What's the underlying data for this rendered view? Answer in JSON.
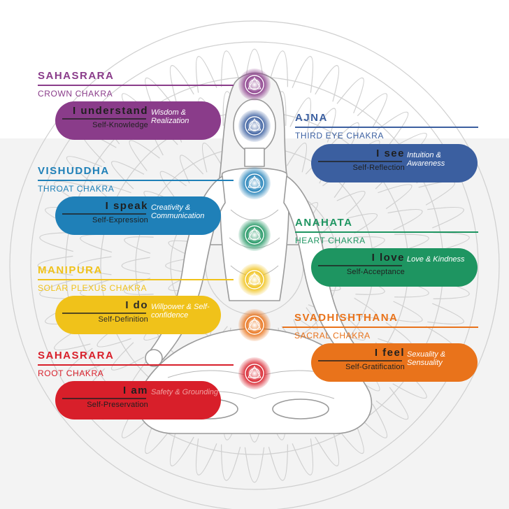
{
  "chakras": [
    {
      "id": "crown",
      "name": "SAHASRARA",
      "subtitle": "CROWN CHAKRA",
      "mantra": "I understand",
      "aspect": "Self-Knowledge",
      "qualities": "Wisdom & Realization",
      "color": "#8a3c8a",
      "side": "left"
    },
    {
      "id": "third-eye",
      "name": "AJNA",
      "subtitle": "THIRD EYE CHAKRA",
      "mantra": "I see",
      "aspect": "Self-Reflection",
      "qualities": "Intuition & Awareness",
      "color": "#3b5fa0",
      "side": "right"
    },
    {
      "id": "throat",
      "name": "VISHUDDHA",
      "subtitle": "THROAT CHAKRA",
      "mantra": "I speak",
      "aspect": "Self-Expression",
      "qualities": "Creativity & Communication",
      "color": "#1f80b8",
      "side": "left"
    },
    {
      "id": "heart",
      "name": "ANAHATA",
      "subtitle": "HEART CHAKRA",
      "mantra": "I love",
      "aspect": "Self-Acceptance",
      "qualities": "Love & Kindness",
      "color": "#1e9561",
      "side": "right"
    },
    {
      "id": "solar-plexus",
      "name": "MANIPURA",
      "subtitle": "SOLAR PLEXUS CHAKRA",
      "mantra": "I do",
      "aspect": "Self-Definition",
      "qualities": "Willpower & Self-confidence",
      "color": "#f0c21a",
      "side": "left"
    },
    {
      "id": "sacral",
      "name": "SVADHISHTHANA",
      "subtitle": "SACRAL CHAKRA",
      "mantra": "I feel",
      "aspect": "Self-Gratification",
      "qualities": "Sexuality & Sensuality",
      "color": "#e9731b",
      "side": "right"
    },
    {
      "id": "root",
      "name": "SAHASRARA",
      "subtitle": "ROOT CHAKRA",
      "mantra": "I am",
      "aspect": "Self-Preservation",
      "qualities": "Safety & Grounding",
      "color": "#d81f2a",
      "side": "left"
    }
  ]
}
